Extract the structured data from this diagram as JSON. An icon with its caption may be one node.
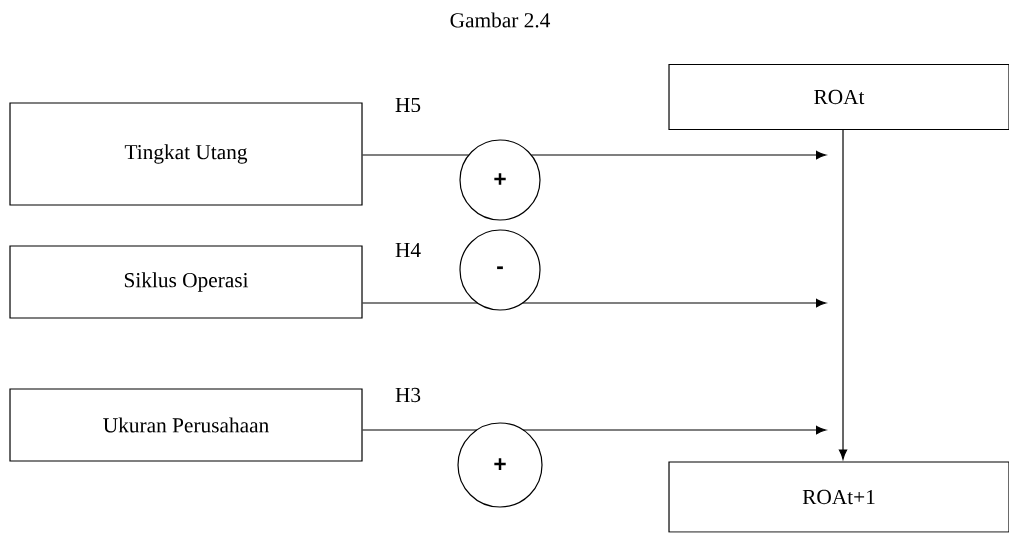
{
  "diagram": {
    "title": "Gambar 2.4",
    "nodes": [
      {
        "text": [
          "Tingkat Utang"
        ]
      },
      {
        "text": [
          "Siklus Operasi"
        ]
      },
      {
        "text": [
          "Ukuran Perusahaan"
        ]
      },
      {
        "text": [
          "+"
        ]
      },
      {
        "text": [
          "-"
        ]
      },
      {
        "text": [
          "+"
        ]
      },
      {
        "text": [
          "ROAt"
        ]
      },
      {
        "text": [
          "ROAt+1"
        ]
      }
    ],
    "edges": [
      {
        "from": 0,
        "to": 3,
        "arrow": "none"
      },
      {
        "from": 3,
        "to": null,
        "arrow": "to"
      },
      {
        "from": 1,
        "to": 4,
        "arrow": "none"
      },
      {
        "from": 4,
        "to": null,
        "arrow": "to"
      },
      {
        "from": 2,
        "to": 5,
        "arrow": "none"
      },
      {
        "from": 5,
        "to": null,
        "arrow": "to"
      },
      {
        "from": 6,
        "to": 7,
        "arrow": "to"
      }
    ],
    "labels": [
      "H5",
      "H4",
      "H3"
    ]
  }
}
